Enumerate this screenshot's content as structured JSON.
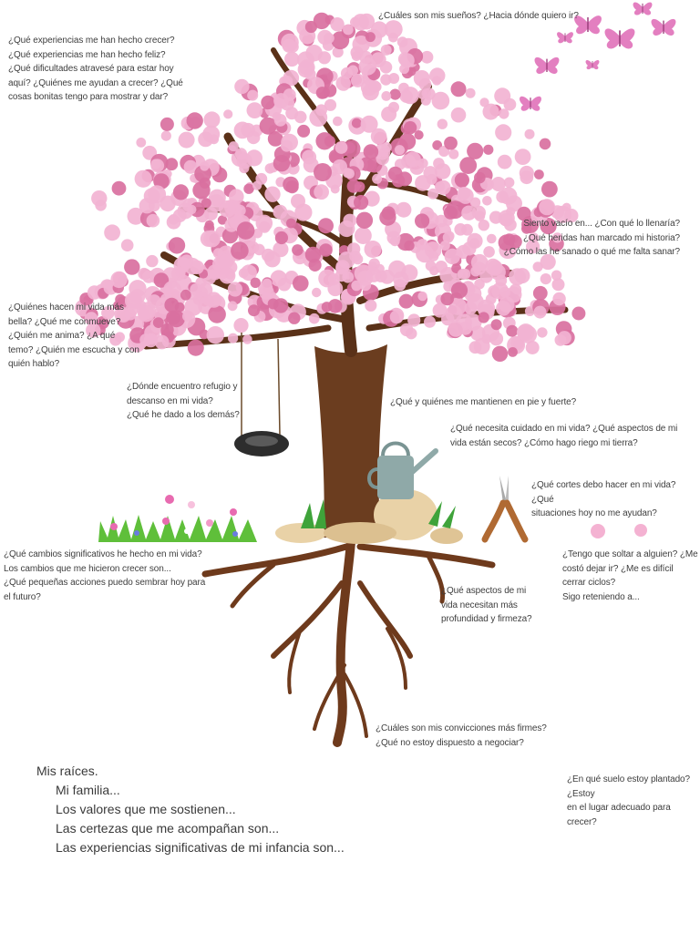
{
  "colors": {
    "trunk": "#6b3d1f",
    "trunk_dark": "#4e2a14",
    "roots": "#6e3a1c",
    "blossom": "#f2b3d2",
    "blossom_dark": "#d9709f",
    "grass": "#5fbf3a",
    "tire": "#2d2d2d",
    "can": "#8fa9a8",
    "rock": "#e9d2a7"
  },
  "icons": [
    "cherry-tree-icon",
    "tire-swing-icon",
    "watering-can-icon",
    "pruning-shears-icon",
    "butterfly-icon",
    "flower-meadow-icon",
    "blossom-petal-icon",
    "roots-icon"
  ],
  "questions": {
    "dreams": "¿Cuáles son mis sueños? ¿Hacia dónde quiero ir?",
    "experiences": "¿Qué experiencias me han hecho crecer?\n¿Qué experiencias me han hecho feliz?\n¿Qué dificultades atravesé para estar hoy\naquí? ¿Quiénes me ayudan a crecer? ¿Qué\ncosas bonitas tengo para mostrar y dar?",
    "emptiness": "Siento vacío en... ¿Con qué lo llenaría?\n¿Qué heridas han marcado mi historia?\n¿Cómo las he sanado o qué me falta sanar?",
    "people": "¿Quiénes hacen mi vida más\nbella? ¿Qué me conmueve?\n¿Quién me anima? ¿A qué\ntemo? ¿Quién me escucha y con\nquién hablo?",
    "refuge": "¿Dónde encuentro refugio y\ndescanso en mi vida?\n¿Qué he dado a los demás?",
    "standing": "¿Qué y quiénes me mantienen en pie y fuerte?",
    "care": "¿Qué necesita cuidado en mi vida? ¿Qué aspectos de mi\nvida están secos? ¿Cómo hago riego mi tierra?",
    "cuts": "¿Qué cortes debo hacer en mi vida? ¿Qué\nsituaciones hoy no me ayudan?",
    "changes": "¿Qué cambios significativos he hecho en mi vida?\nLos cambios que me hicieron crecer son...\n¿Qué pequeñas acciones puedo sembrar hoy para\nel futuro?",
    "letgo": "¿Tengo que soltar a alguien? ¿Me\ncostó dejar ir? ¿Me es difícil\ncerrar ciclos?\nSigo reteniendo a...",
    "depth": "¿Qué aspectos de mi\nvida necesitan más\nprofundidad y firmeza?",
    "convictions": "¿Cuáles son mis convicciones más firmes?\n¿Qué no estoy dispuesto a negociar?",
    "planted": "¿En qué suelo estoy plantado? ¿Estoy\nen el lugar adecuado para crecer?"
  },
  "roots_block": {
    "title": "Mis raíces.",
    "items": [
      "Mi familia...",
      "Los valores que me sostienen...",
      "Las certezas que me acompañan son...",
      "Las experiencias significativas de mi infancia son..."
    ]
  }
}
